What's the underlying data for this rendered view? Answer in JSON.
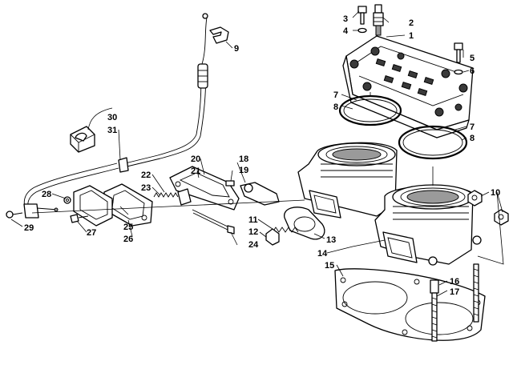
{
  "diagram": {
    "callouts": [
      {
        "id": "c1",
        "text": "1"
      },
      {
        "id": "c2",
        "text": "2"
      },
      {
        "id": "c3",
        "text": "3"
      },
      {
        "id": "c4",
        "text": "4"
      },
      {
        "id": "c5",
        "text": "5"
      },
      {
        "id": "c6",
        "text": "6"
      },
      {
        "id": "c7a",
        "text": "7"
      },
      {
        "id": "c8a",
        "text": "8"
      },
      {
        "id": "c7b",
        "text": "7"
      },
      {
        "id": "c8b",
        "text": "8"
      },
      {
        "id": "c9",
        "text": "9"
      },
      {
        "id": "c10",
        "text": "10"
      },
      {
        "id": "c11",
        "text": "11"
      },
      {
        "id": "c12",
        "text": "12"
      },
      {
        "id": "c13",
        "text": "13"
      },
      {
        "id": "c14",
        "text": "14"
      },
      {
        "id": "c15",
        "text": "15"
      },
      {
        "id": "c16",
        "text": "16"
      },
      {
        "id": "c17",
        "text": "17"
      },
      {
        "id": "c18",
        "text": "18"
      },
      {
        "id": "c19",
        "text": "19"
      },
      {
        "id": "c20",
        "text": "20"
      },
      {
        "id": "c21",
        "text": "21"
      },
      {
        "id": "c22",
        "text": "22"
      },
      {
        "id": "c23",
        "text": "23"
      },
      {
        "id": "c24",
        "text": "24"
      },
      {
        "id": "c25",
        "text": "25"
      },
      {
        "id": "c26",
        "text": "26"
      },
      {
        "id": "c27",
        "text": "27"
      },
      {
        "id": "c28",
        "text": "28"
      },
      {
        "id": "c29",
        "text": "29"
      },
      {
        "id": "c30",
        "text": "30"
      },
      {
        "id": "c31",
        "text": "31"
      }
    ]
  }
}
